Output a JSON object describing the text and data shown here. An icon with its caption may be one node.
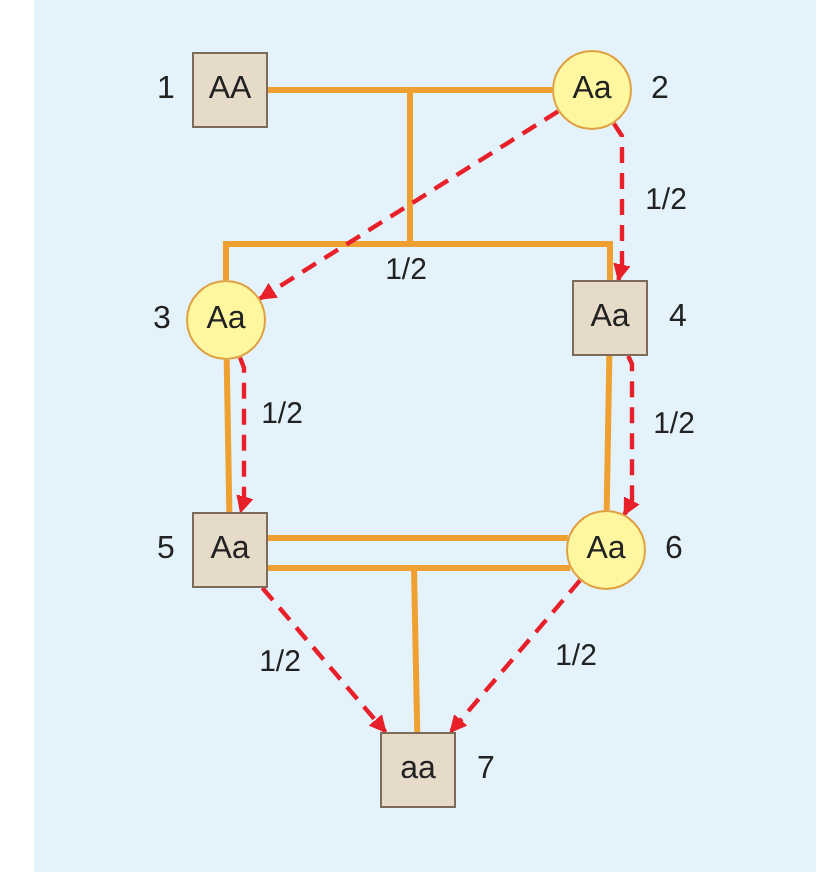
{
  "diagram": {
    "nodes": [
      {
        "text": [
          "AA"
        ],
        "beside": [
          "1"
        ]
      },
      {
        "text": [
          "Aa"
        ],
        "beside": [
          "2"
        ]
      },
      {
        "text": [
          "Aa"
        ],
        "beside": [
          "3"
        ]
      },
      {
        "text": [
          "Aa"
        ],
        "beside": [
          "4"
        ]
      },
      {
        "text": [
          "Aa"
        ],
        "beside": [
          "5"
        ]
      },
      {
        "text": [
          "Aa"
        ],
        "beside": [
          "6"
        ]
      },
      {
        "text": [
          "aa"
        ],
        "beside": [
          "7"
        ]
      }
    ],
    "edges": [
      {
        "from": 0,
        "to": 1,
        "arrow": "none"
      },
      {
        "from": 0,
        "to": 2,
        "arrow": "none"
      },
      {
        "from": 0,
        "to": 3,
        "arrow": "none"
      },
      {
        "from": 1,
        "to": 2,
        "arrow": "none"
      },
      {
        "from": 1,
        "to": 3,
        "arrow": "none"
      },
      {
        "from": 2,
        "to": 4,
        "arrow": "none"
      },
      {
        "from": 3,
        "to": 5,
        "arrow": "none"
      },
      {
        "from": 4,
        "to": 5,
        "arrow": "none"
      },
      {
        "from": 4,
        "to": 6,
        "arrow": "none"
      },
      {
        "from": 5,
        "to": 6,
        "arrow": "none"
      },
      {
        "from": 1,
        "to": 3,
        "arrow": "to",
        "label": "1/2",
        "style": "dashed",
        "color": "#e8202a"
      },
      {
        "from": 1,
        "to": 2,
        "arrow": "to",
        "label": "1/2",
        "style": "dashed",
        "color": "#e8202a"
      },
      {
        "from": 2,
        "to": 4,
        "arrow": "to",
        "label": "1/2",
        "style": "dashed",
        "color": "#e8202a"
      },
      {
        "from": 3,
        "to": 5,
        "arrow": "to",
        "label": "1/2",
        "style": "dashed",
        "color": "#e8202a"
      },
      {
        "from": 4,
        "to": 6,
        "arrow": "to",
        "label": "1/2",
        "style": "dashed",
        "color": "#e8202a"
      },
      {
        "from": 5,
        "to": 6,
        "arrow": "to",
        "label": "1/2",
        "style": "dashed",
        "color": "#e8202a"
      }
    ]
  }
}
